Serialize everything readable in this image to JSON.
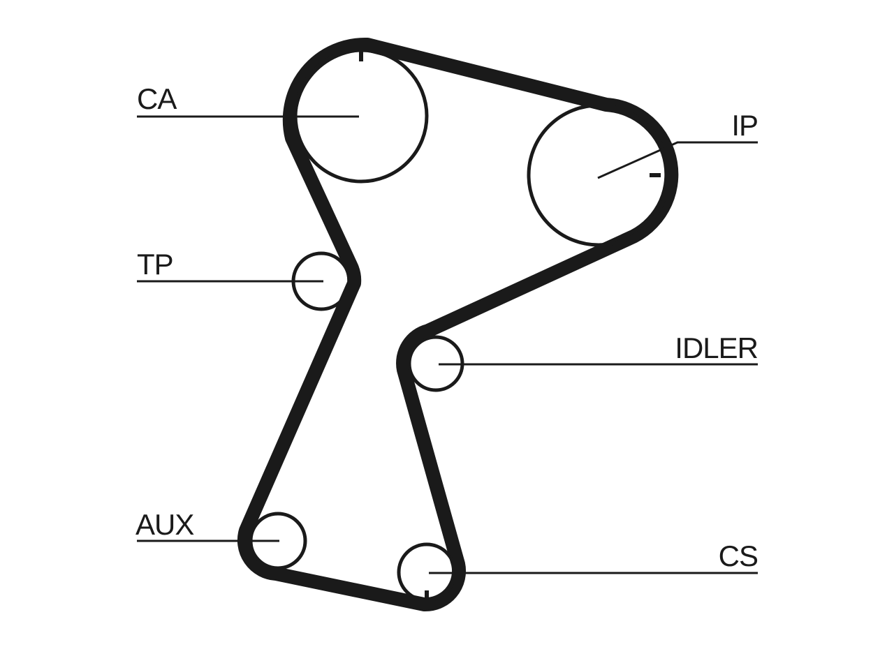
{
  "diagram": {
    "stroke_color": "#1a1a1a",
    "background": "#ffffff",
    "labels": {
      "ca": "CA",
      "ip": "IP",
      "tp": "TP",
      "idler": "IDLER",
      "aux": "AUX",
      "cs": "CS"
    }
  }
}
